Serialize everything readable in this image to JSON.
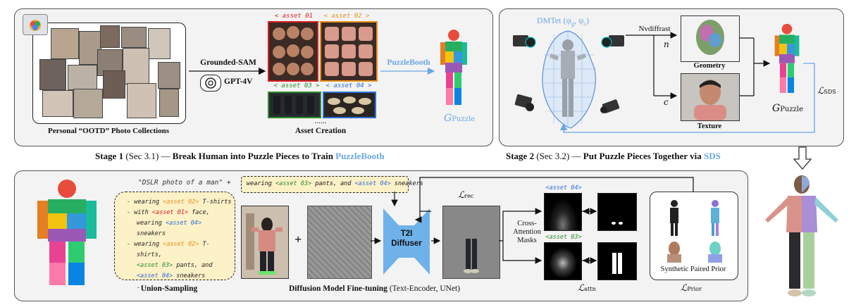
{
  "stage1": {
    "photos_label": "Personal “OOTD” Photo Collections",
    "tool1": "Grounded-SAM",
    "tool2": "GPT-4V",
    "asset01": "< asset 01 >",
    "asset02": "< asset 02 >",
    "asset03": "< asset 03 >",
    "asset04": "< asset 04 >",
    "ellipsis": "......",
    "asset_label": "Asset Creation",
    "puzzlebooth": "PuzzleBooth",
    "g_main": "G",
    "g_sub": "Puzzle",
    "title_a": "Stage 1",
    "title_b": " (Sec 3.1) — ",
    "title_c": "Break Human into Puzzle Pieces to Train ",
    "title_d": "PuzzleBooth"
  },
  "stage2": {
    "dmtet": "DMTet (ψ",
    "dmtet_g": "g",
    "dmtet_mid": ", ψ",
    "dmtet_c": "c",
    "dmtet_end": ")",
    "nvdiff": "Nvdiffrast",
    "n": "n",
    "c": "c",
    "geometry": "Geometry",
    "texture": "Texture",
    "g_main": "G",
    "g_sub": "Puzzle",
    "l_main": "ℒ",
    "l_sub": "SDS",
    "title_a": "Stage 2",
    "title_b": " (Sec 3.2) — ",
    "title_c": "Put Puzzle Pieces Together via ",
    "title_d": "SDS"
  },
  "bottom": {
    "prompt_quote": "\"DSLR photo of a man\" +",
    "items": [
      {
        "pre": "wearing ",
        "tag": "<asset 02>",
        "tag_color": "#e8901c",
        "post": " T-shirts",
        "cont": []
      },
      {
        "pre": "with ",
        "tag": "<asset 01>",
        "tag_color": "#d62020",
        "post": " face,",
        "cont": [
          {
            "pre": "wearing ",
            "tag": "<asset 04>",
            "tag_color": "#2f6fd6",
            "post": " sneakers"
          }
        ]
      },
      {
        "pre": "wearing ",
        "tag": "<asset 02>",
        "tag_color": "#e8901c",
        "post": " T-shirts,",
        "cont": [
          {
            "pre": "",
            "tag": "<asset 03>",
            "tag_color": "#2e8b2e",
            "post": " pants, and"
          },
          {
            "pre": "",
            "tag": "<asset 04>",
            "tag_color": "#2f6fd6",
            "post": " sneakers"
          }
        ]
      }
    ],
    "dots": ". . . . . .",
    "union_label": "Union-Sampling",
    "text_prompt_pre": "wearing ",
    "text_prompt_tag1": "<asset 03>",
    "text_prompt_mid": " pants, and ",
    "text_prompt_tag2": "<asset 04>",
    "text_prompt_post": " sneakers",
    "plus": "+",
    "t2i_1": "T2I",
    "t2i_2": "Diffuser",
    "l_rec_main": "ℒ",
    "l_rec_sub": "rec",
    "cross1": "Cross-",
    "cross2": "Attention",
    "cross3": "Masks",
    "mask_tag1": "<asset 04>",
    "mask_tag2": "<asset 03>",
    "l_attn_main": "ℒ",
    "l_attn_sub": "attn",
    "prior_label": "Synthetic Paired Prior",
    "l_prior_main": "ℒ",
    "l_prior_sub": "Prior",
    "ft_label_b": "Diffusion Model Fine-tuning",
    "ft_label_n": " (Text-Encoder, UNet)"
  },
  "colors": {
    "puzzle_blue": "#6aa6e6",
    "asset01": "#d62020",
    "asset02": "#e8901c",
    "asset03": "#2e8b2e",
    "asset04": "#2f6fd6",
    "prompt_fill": "#fdf1c7",
    "diffuser": "#6fb2ea"
  }
}
